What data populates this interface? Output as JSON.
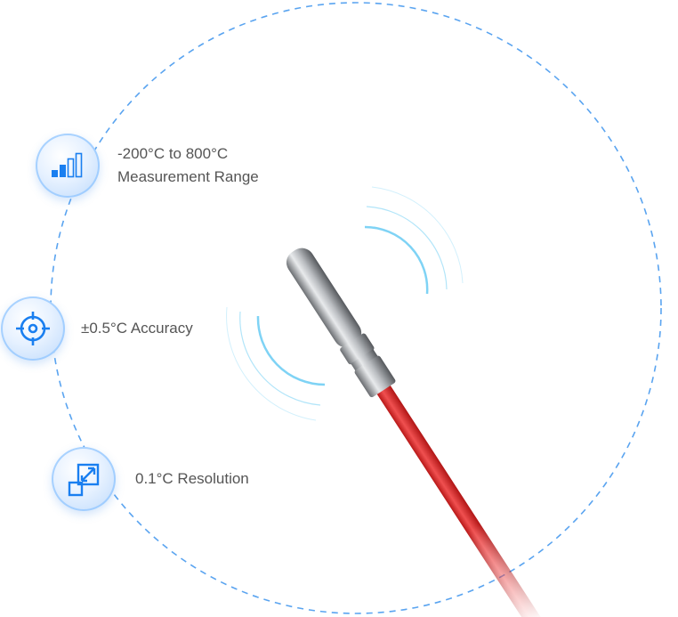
{
  "features": [
    {
      "icon": "signal-bars-icon",
      "line1": "-200°C  to 800°C",
      "line2": "Measurement Range"
    },
    {
      "icon": "crosshair-target-icon",
      "line1": "±0.5°C Accuracy"
    },
    {
      "icon": "resize-arrow-icon",
      "line1": "0.1°C Resolution"
    }
  ],
  "colors": {
    "accent": "#1a7ff0",
    "cable": "#e02828",
    "dash": "#5aa4f0"
  }
}
